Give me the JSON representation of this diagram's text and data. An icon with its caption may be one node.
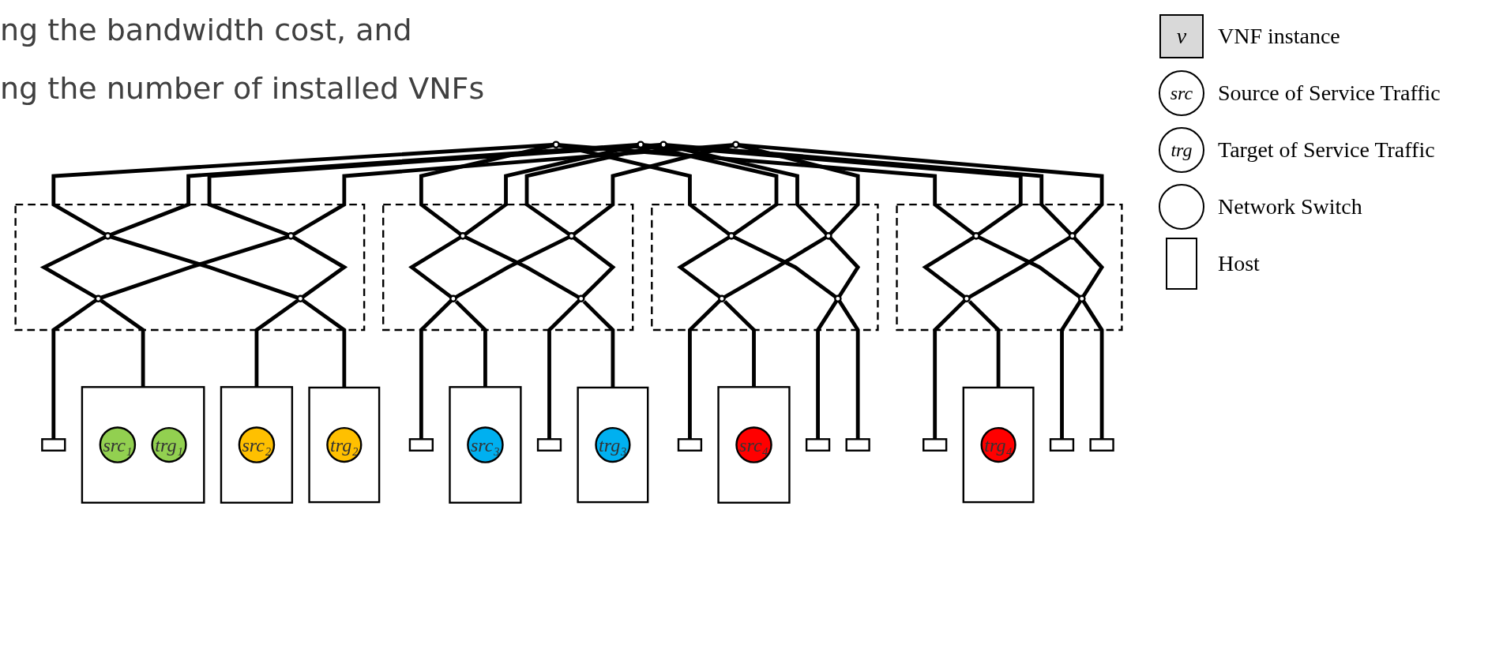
{
  "diagram": {
    "nodes": [
      {
        "text": [],
        "shape": "circle"
      },
      {
        "text": [],
        "shape": "circle"
      },
      {
        "text": [],
        "shape": "circle"
      },
      {
        "text": [],
        "shape": "circle"
      },
      {
        "text": [],
        "shape": "box"
      },
      {
        "text": [],
        "shape": "circle",
        "in": 4
      },
      {
        "text": [],
        "shape": "circle",
        "in": 4
      },
      {
        "text": [],
        "shape": "circle",
        "in": 4
      },
      {
        "text": [],
        "shape": "circle",
        "in": 4
      },
      {
        "text": [],
        "shape": "box"
      },
      {
        "text": [],
        "shape": "circle",
        "in": 9
      },
      {
        "text": [],
        "shape": "circle",
        "in": 9
      },
      {
        "text": [],
        "shape": "circle",
        "in": 9
      },
      {
        "text": [],
        "shape": "circle",
        "in": 9
      },
      {
        "text": [],
        "shape": "box"
      },
      {
        "text": [],
        "shape": "circle",
        "in": 14
      },
      {
        "text": [],
        "shape": "circle",
        "in": 14
      },
      {
        "text": [],
        "shape": "circle",
        "in": 14
      },
      {
        "text": [],
        "shape": "circle",
        "in": 14
      },
      {
        "text": [],
        "shape": "box"
      },
      {
        "text": [],
        "shape": "circle",
        "in": 19
      },
      {
        "text": [],
        "shape": "circle",
        "in": 19
      },
      {
        "text": [],
        "shape": "circle",
        "in": 19
      },
      {
        "text": [],
        "shape": "circle",
        "in": 19
      },
      {
        "text": [],
        "shape": "box"
      },
      {
        "text": [
          "src₁"
        ],
        "in": 24
      },
      {
        "text": [
          "trg₁"
        ],
        "in": 24
      },
      {
        "text": [],
        "shape": "box"
      },
      {
        "text": [],
        "shape": "box"
      },
      {
        "text": [
          "src₂"
        ],
        "in": 28
      },
      {
        "text": [],
        "shape": "box"
      },
      {
        "text": [
          "trg₂"
        ],
        "in": 30
      },
      {
        "text": [],
        "shape": "box"
      },
      {
        "text": [
          "src₃"
        ],
        "in": 32
      },
      {
        "text": [],
        "shape": "box"
      },
      {
        "text": [],
        "shape": "box"
      },
      {
        "text": [],
        "shape": "box"
      },
      {
        "text": [
          "trg₃"
        ],
        "in": 36
      },
      {
        "text": [],
        "shape": "box"
      },
      {
        "text": [
          "src₄"
        ],
        "in": 38
      },
      {
        "text": [],
        "shape": "box"
      },
      {
        "text": [],
        "shape": "box"
      },
      {
        "text": [],
        "shape": "box"
      },
      {
        "text": [],
        "shape": "box"
      },
      {
        "text": [
          "trg₄"
        ],
        "in": 43
      },
      {
        "text": [],
        "shape": "box"
      },
      {
        "text": [],
        "shape": "box"
      },
      {
        "text": [],
        "shape": "box"
      }
    ],
    "edges": [
      {
        "from": 0,
        "to": 5,
        "arrow": "none"
      },
      {
        "from": 0,
        "to": 10,
        "arrow": "none"
      },
      {
        "from": 0,
        "to": 15,
        "arrow": "none"
      },
      {
        "from": 0,
        "to": 20,
        "arrow": "none"
      },
      {
        "from": 1,
        "to": 5,
        "arrow": "none"
      },
      {
        "from": 1,
        "to": 10,
        "arrow": "none"
      },
      {
        "from": 1,
        "to": 15,
        "arrow": "none"
      },
      {
        "from": 1,
        "to": 20,
        "arrow": "none"
      },
      {
        "from": 2,
        "to": 6,
        "arrow": "none"
      },
      {
        "from": 2,
        "to": 11,
        "arrow": "none"
      },
      {
        "from": 2,
        "to": 16,
        "arrow": "none"
      },
      {
        "from": 2,
        "to": 21,
        "arrow": "none"
      },
      {
        "from": 3,
        "to": 6,
        "arrow": "none"
      },
      {
        "from": 3,
        "to": 11,
        "arrow": "none"
      },
      {
        "from": 3,
        "to": 16,
        "arrow": "none"
      },
      {
        "from": 3,
        "to": 21,
        "arrow": "none"
      },
      {
        "from": 5,
        "to": 7,
        "arrow": "none"
      },
      {
        "from": 5,
        "to": 8,
        "arrow": "none"
      },
      {
        "from": 6,
        "to": 7,
        "arrow": "none"
      },
      {
        "from": 6,
        "to": 8,
        "arrow": "none"
      },
      {
        "from": 10,
        "to": 12,
        "arrow": "none"
      },
      {
        "from": 10,
        "to": 13,
        "arrow": "none"
      },
      {
        "from": 11,
        "to": 12,
        "arrow": "none"
      },
      {
        "from": 11,
        "to": 13,
        "arrow": "none"
      },
      {
        "from": 15,
        "to": 17,
        "arrow": "none"
      },
      {
        "from": 15,
        "to": 18,
        "arrow": "none"
      },
      {
        "from": 16,
        "to": 17,
        "arrow": "none"
      },
      {
        "from": 16,
        "to": 18,
        "arrow": "none"
      },
      {
        "from": 20,
        "to": 22,
        "arrow": "none"
      },
      {
        "from": 20,
        "to": 23,
        "arrow": "none"
      },
      {
        "from": 21,
        "to": 22,
        "arrow": "none"
      },
      {
        "from": 21,
        "to": 23,
        "arrow": "none"
      },
      {
        "from": 7,
        "to": 24,
        "arrow": "none"
      },
      {
        "from": 7,
        "to": 27,
        "arrow": "none"
      },
      {
        "from": 8,
        "to": 28,
        "arrow": "none"
      },
      {
        "from": 8,
        "to": 30,
        "arrow": "none"
      },
      {
        "from": 12,
        "to": 32,
        "arrow": "none"
      },
      {
        "from": 12,
        "to": 34,
        "arrow": "none"
      },
      {
        "from": 13,
        "to": 35,
        "arrow": "none"
      },
      {
        "from": 13,
        "to": 36,
        "arrow": "none"
      },
      {
        "from": 17,
        "to": 38,
        "arrow": "none"
      },
      {
        "from": 17,
        "to": 40,
        "arrow": "none"
      },
      {
        "from": 18,
        "to": 41,
        "arrow": "none"
      },
      {
        "from": 18,
        "to": 42,
        "arrow": "none"
      },
      {
        "from": 22,
        "to": 43,
        "arrow": "none"
      },
      {
        "from": 22,
        "to": 45,
        "arrow": "none"
      },
      {
        "from": 23,
        "to": 46,
        "arrow": "none"
      },
      {
        "from": 23,
        "to": 47,
        "arrow": "none"
      }
    ],
    "labels": [
      "ng the bandwidth cost, and",
      "ng the number of installed VNFs",
      "v",
      "src",
      "trg"
    ],
    "legend": [
      {
        "text": "VNF instance",
        "color": "#d9d9d9"
      },
      {
        "text": "Source of Service Traffic"
      },
      {
        "text": "Target of Service Traffic"
      },
      {
        "text": "Network Switch"
      },
      {
        "text": "Host"
      }
    ]
  }
}
